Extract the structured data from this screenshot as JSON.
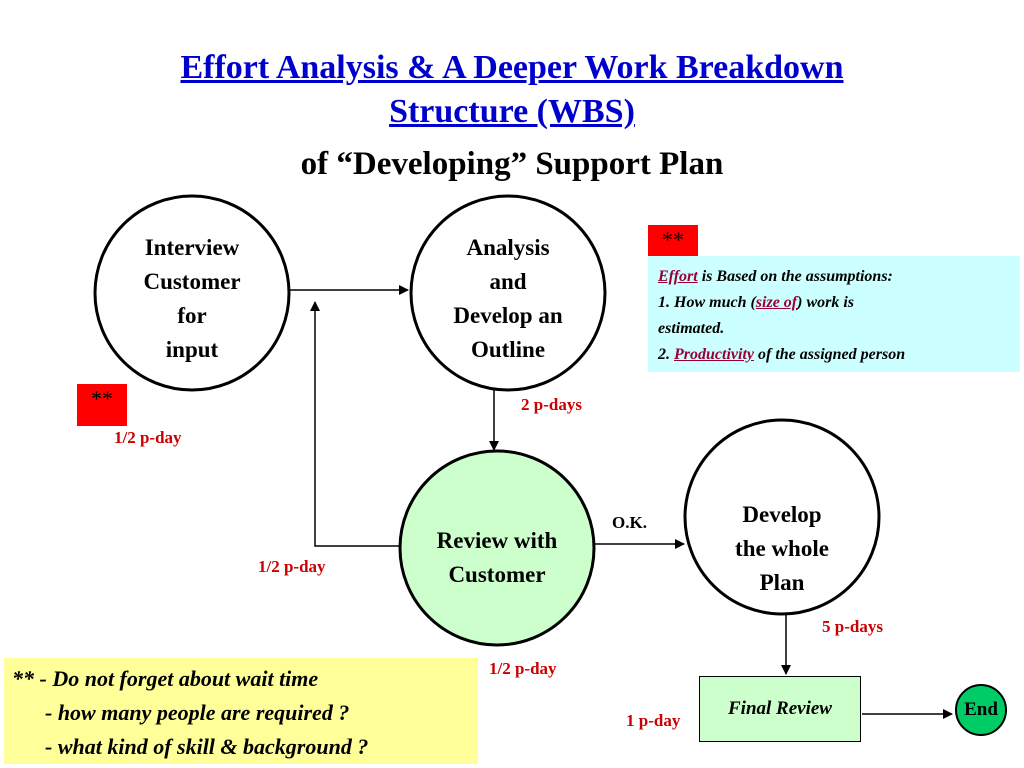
{
  "title": {
    "line1": "Effort Analysis & A Deeper Work Breakdown",
    "line2": "Structure (WBS)",
    "subtitle": "of “Developing” Support Plan"
  },
  "nodes": {
    "interview": {
      "l1": "Interview",
      "l2": "Customer",
      "l3": "for",
      "l4": "input"
    },
    "analysis": {
      "l1": "Analysis",
      "l2": "and",
      "l3": "Develop an",
      "l4": "Outline"
    },
    "review": {
      "l1": "Review with",
      "l2": "Customer"
    },
    "develop": {
      "l1": "Develop",
      "l2": "the whole",
      "l3": "Plan"
    },
    "final_review": "Final Review",
    "end": "End"
  },
  "efforts": {
    "interview": "1/2  p-day",
    "analysis": "2 p-days",
    "review_feedback": "1/2 p-day",
    "review": "1/2 p-day",
    "develop": "5 p-days",
    "final_review": "1 p-day"
  },
  "ok_label": "O.K.",
  "stars": {
    "top": "**",
    "left": "**"
  },
  "assumptions": {
    "kw_effort": "Effort",
    "line1_rest": " is Based on the assumptions:",
    "line2_pre": " 1. How much (",
    "kw_size": "size of",
    "line2_post": ") work is",
    "line3": "estimated.",
    "line4_pre": "2. ",
    "kw_productivity": "Productivity",
    "line4_post": " of the assigned person"
  },
  "notes": {
    "row1": "** - Do not forget about wait time",
    "row2": "      - how many people are required ?",
    "row3": "      - what kind of skill & background ?"
  },
  "colors": {
    "title_blue": "#0000cc",
    "effort_red": "#cc0000",
    "note_cyan": "#ccffff",
    "note_yellow": "#ffff99",
    "review_green": "#ccffcc",
    "end_green": "#00cc66",
    "star_red": "#ff0000"
  }
}
